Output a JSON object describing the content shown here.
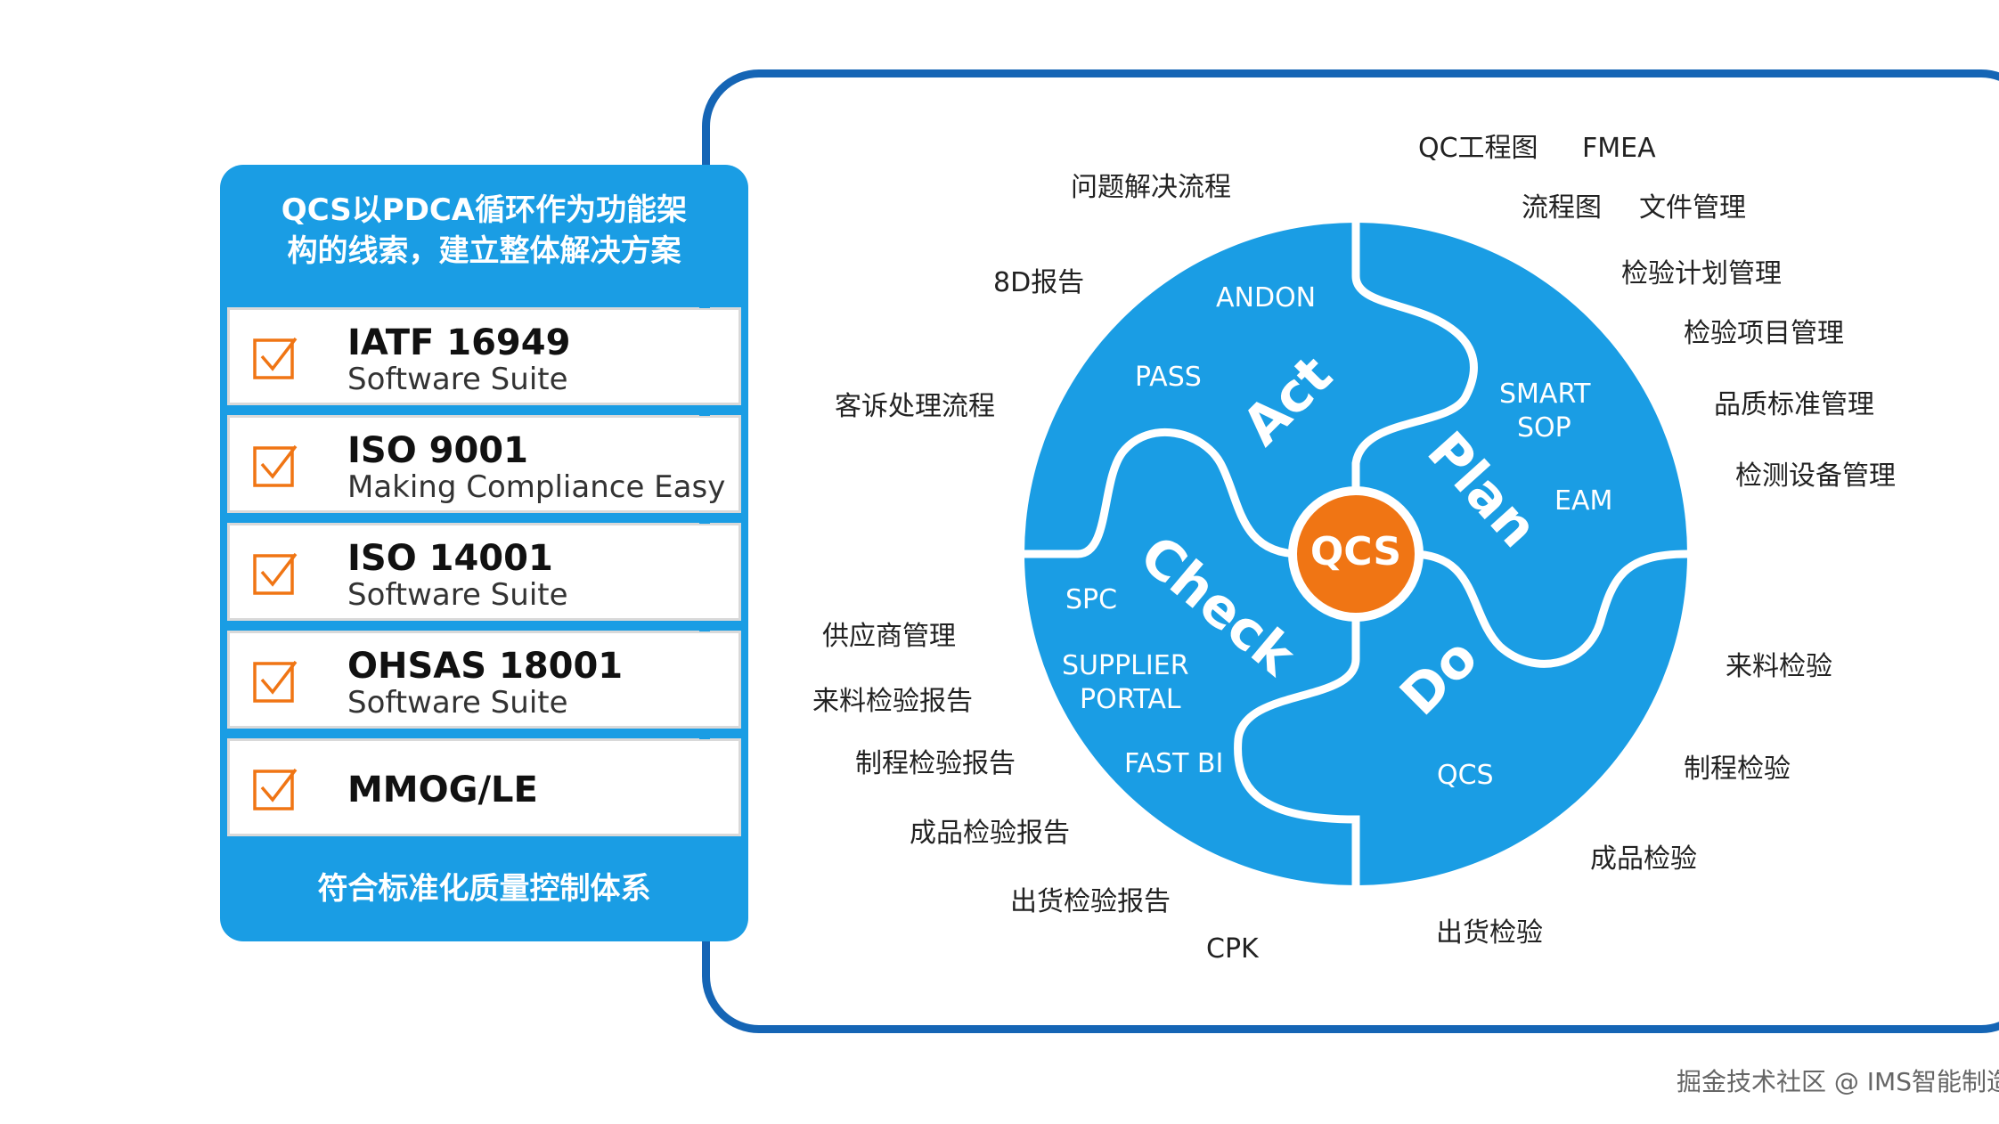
{
  "panel": {
    "header_line1": "QCS以PDCA循环作为功能架",
    "header_line2": "构的线索，建立整体解决方案",
    "items": [
      {
        "title": "IATF 16949",
        "subtitle": "Software Suite"
      },
      {
        "title": "ISO 9001",
        "subtitle": "Making Compliance Easy"
      },
      {
        "title": "ISO 14001",
        "subtitle": "Software Suite"
      },
      {
        "title": "OHSAS 18001",
        "subtitle": "Software Suite"
      },
      {
        "title": "MMOG/LE",
        "subtitle": ""
      }
    ],
    "footer": "符合标准化质量控制体系"
  },
  "diagram": {
    "center": "QCS",
    "quadrants": {
      "act": {
        "label": "Act",
        "inner": [
          "ANDON",
          "PASS"
        ]
      },
      "plan": {
        "label": "Plan",
        "inner": [
          "SMART",
          "SOP",
          "EAM"
        ]
      },
      "do": {
        "label": "Do",
        "inner": [
          "QCS"
        ]
      },
      "check": {
        "label": "Check",
        "inner": [
          "SPC",
          "SUPPLIER",
          "PORTAL",
          "FAST BI"
        ]
      }
    },
    "outer_labels": {
      "problem_solving": "问题解决流程",
      "qc_chart": "QC工程图",
      "fmea": "FMEA",
      "flowchart": "流程图",
      "file_mgmt": "文件管理",
      "report_8d": "8D报告",
      "inspection_plan": "检验计划管理",
      "inspection_item": "检验项目管理",
      "complaint": "客诉处理流程",
      "quality_standard": "品质标准管理",
      "test_equipment": "检测设备管理",
      "supplier_mgmt": "供应商管理",
      "incoming_report": "来料检验报告",
      "process_report": "制程检验报告",
      "product_report": "成品检验报告",
      "shipping_report": "出货检验报告",
      "cpk": "CPK",
      "incoming": "来料检验",
      "process": "制程检验",
      "product": "成品检验",
      "shipping": "出货检验"
    }
  },
  "watermark": "掘金技术社区 @ IMS智能制造",
  "colors": {
    "frame": "#1565b5",
    "panel": "#1a9de4",
    "puzzle": "#1a9de4",
    "center": "#f07514",
    "check_icon": "#f07514"
  },
  "icons": [
    "check-square-icon"
  ]
}
